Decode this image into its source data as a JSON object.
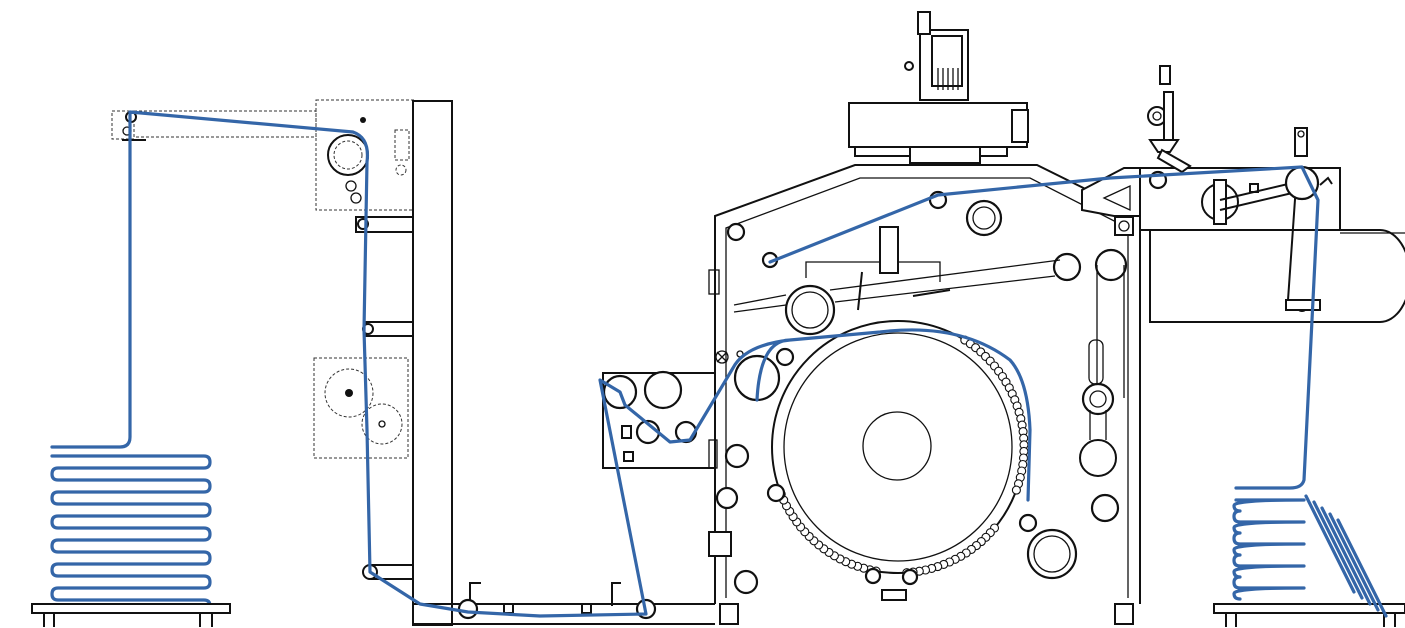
{
  "diagram": {
    "colors": {
      "fabric_path": "#3466a8",
      "machine_line": "#111111",
      "background": "#ffffff"
    },
    "components": [
      {
        "name": "left-fabric-stack",
        "icon": "folded-fabric-pile"
      },
      {
        "name": "entry-guide-frame",
        "icon": "tension-rollers"
      },
      {
        "name": "padder-unit",
        "icon": "squeeze-rollers"
      },
      {
        "name": "main-drying-drum",
        "icon": "large-cylinder"
      },
      {
        "name": "drive-motor",
        "icon": "motor"
      },
      {
        "name": "exit-plaiter",
        "icon": "folding-unit"
      },
      {
        "name": "right-fabric-stack",
        "icon": "folded-fabric-pile"
      }
    ]
  }
}
